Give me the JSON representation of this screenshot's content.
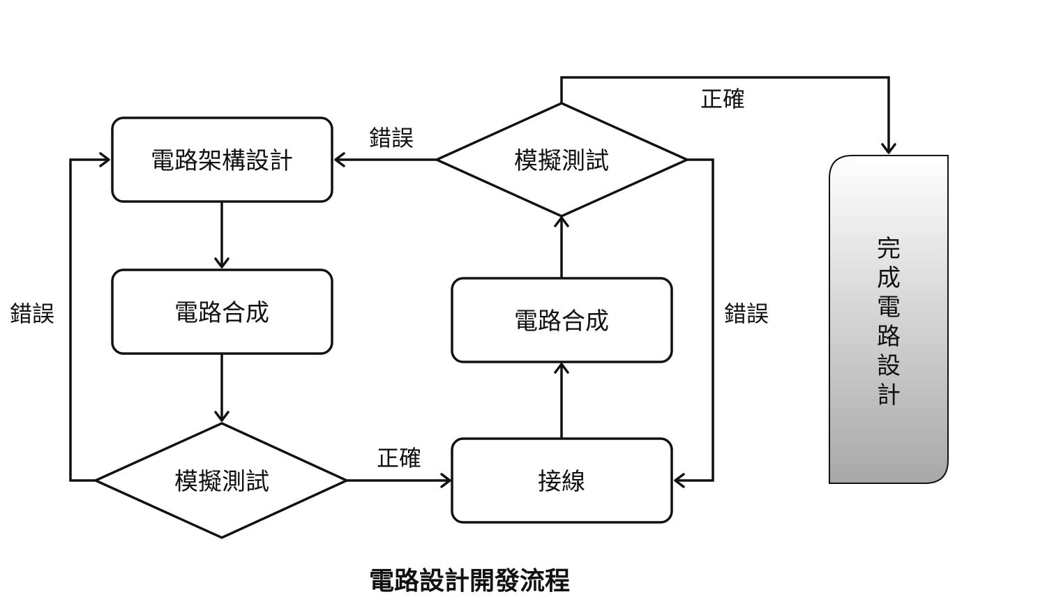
{
  "nodes": {
    "arch_design": "電路架構設計",
    "synthesis_left": "電路合成",
    "sim_test_left": "模擬測試",
    "wiring": "接線",
    "synthesis_right": "電路合成",
    "sim_test_right": "模擬測試",
    "complete": [
      "完",
      "成",
      "電",
      "路",
      "設",
      "計"
    ]
  },
  "edges": {
    "error_left": "錯誤",
    "correct_bottom": "正確",
    "error_top": "錯誤",
    "correct_top": "正確",
    "error_right": "錯誤"
  },
  "caption": "電路設計開發流程",
  "colors": {
    "stroke": "#111111",
    "complete_gradient_top": "#ffffff",
    "complete_gradient_bottom": "#a8a8a8"
  }
}
